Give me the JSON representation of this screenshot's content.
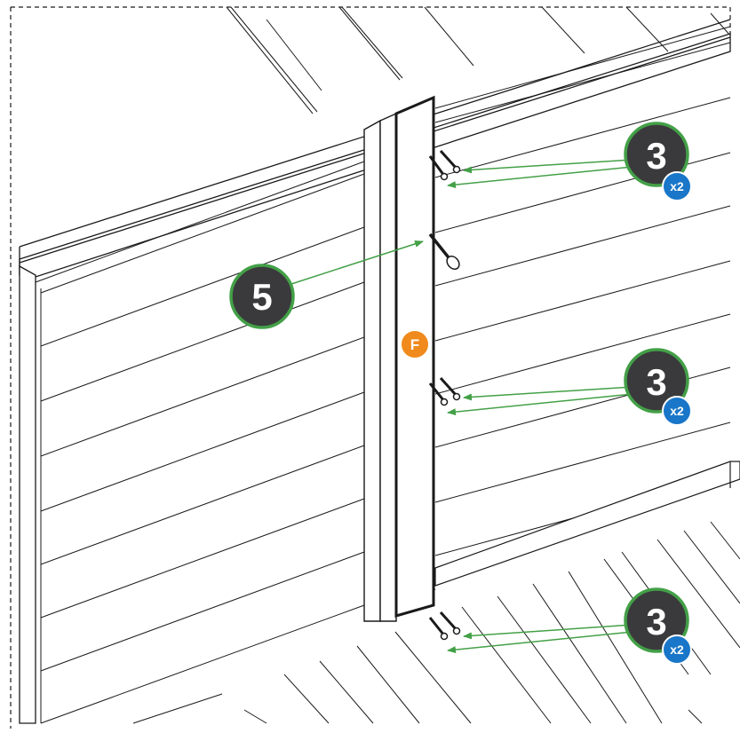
{
  "diagram": {
    "part_label": "F",
    "callouts": [
      {
        "id": "callout-5",
        "number": "5",
        "qty": ""
      },
      {
        "id": "callout-3-top",
        "number": "3",
        "qty": "x2"
      },
      {
        "id": "callout-3-mid",
        "number": "3",
        "qty": "x2"
      },
      {
        "id": "callout-3-bottom",
        "number": "3",
        "qty": "x2"
      }
    ],
    "colors": {
      "callout_fill": "#3a3a3c",
      "callout_ring": "#43a047",
      "leader_line": "#43a047",
      "qty_badge": "#1976c8",
      "part_badge": "#f08a1c",
      "line_art": "#1a1a1a"
    }
  }
}
